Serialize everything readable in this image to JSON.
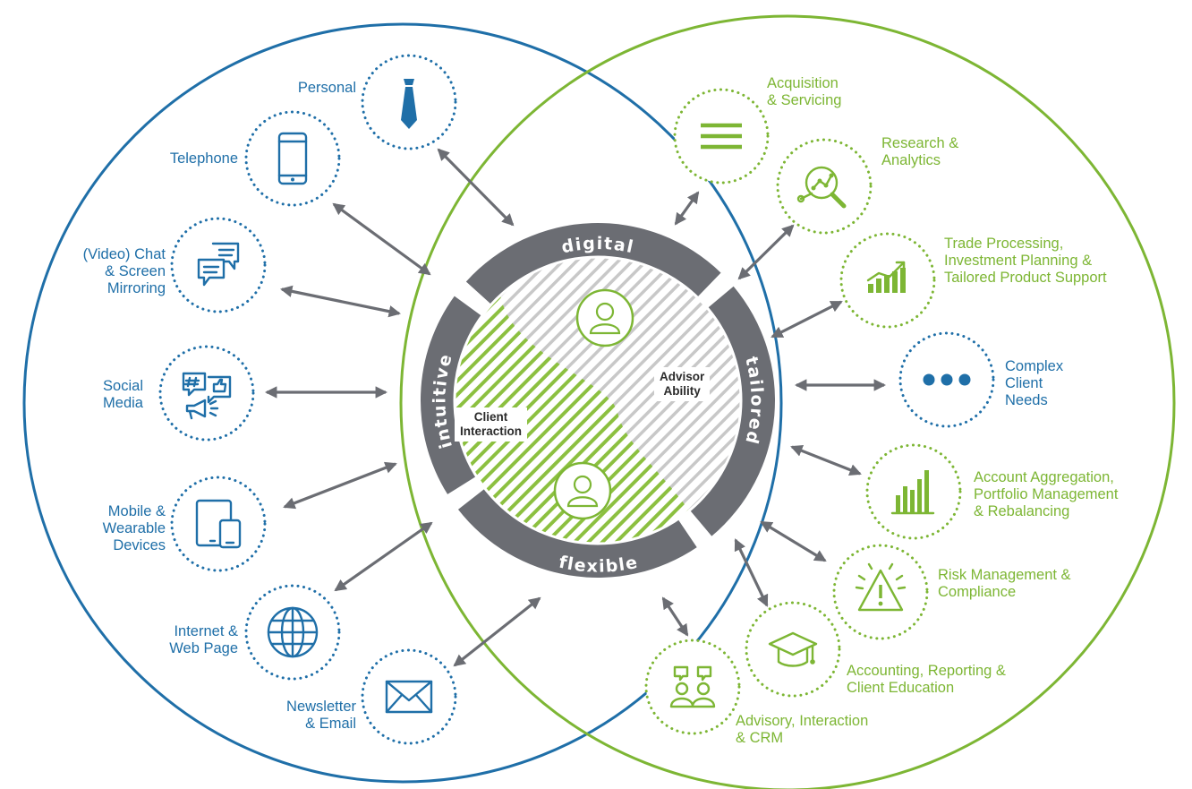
{
  "colors": {
    "blue": "#1f6fa8",
    "green": "#7db634",
    "ring": "#6b6d73",
    "arrow": "#6b6d73",
    "hatch_gray": "#c8c8c8"
  },
  "ring_words": {
    "top": "digital",
    "right": "tailored",
    "bottom": "flexible",
    "left": "intuitive"
  },
  "center": {
    "advisor": [
      "Advisor",
      "Ability"
    ],
    "client": [
      "Client",
      "Interaction"
    ]
  },
  "left_channels": [
    {
      "icon": "tie-icon",
      "lines": [
        "Personal"
      ]
    },
    {
      "icon": "phone-icon",
      "lines": [
        "Telephone"
      ]
    },
    {
      "icon": "chat-bubbles-icon",
      "lines": [
        "(Video) Chat",
        "& Screen",
        "Mirroring"
      ]
    },
    {
      "icon": "social-media-icon",
      "lines": [
        "Social",
        "Media"
      ]
    },
    {
      "icon": "tablet-phone-icon",
      "lines": [
        "Mobile &",
        "Wearable",
        "Devices"
      ]
    },
    {
      "icon": "globe-icon",
      "lines": [
        "Internet &",
        "Web Page"
      ]
    },
    {
      "icon": "envelope-icon",
      "lines": [
        "Newsletter",
        "& Email"
      ]
    }
  ],
  "right_capabilities": [
    {
      "icon": "menu-lines-icon",
      "lines": [
        "Acquisition",
        "& Servicing"
      ]
    },
    {
      "icon": "magnifier-chart-icon",
      "lines": [
        "Research &",
        "Analytics"
      ]
    },
    {
      "icon": "growth-chart-icon",
      "lines": [
        "Trade Processing,",
        "Investment Planning &",
        "Tailored Product Support"
      ]
    },
    {
      "icon": "ellipsis-icon",
      "lines": [
        "Complex",
        "Client",
        "Needs"
      ]
    },
    {
      "icon": "bar-chart-icon",
      "lines": [
        "Account Aggregation,",
        "Portfolio Management",
        "& Rebalancing"
      ]
    },
    {
      "icon": "warning-icon",
      "lines": [
        "Risk Management &",
        "Compliance"
      ]
    },
    {
      "icon": "graduation-cap-icon",
      "lines": [
        "Accounting, Reporting &",
        "Client Education"
      ]
    },
    {
      "icon": "advisory-people-icon",
      "lines": [
        "Advisory, Interaction",
        "& CRM"
      ]
    }
  ]
}
